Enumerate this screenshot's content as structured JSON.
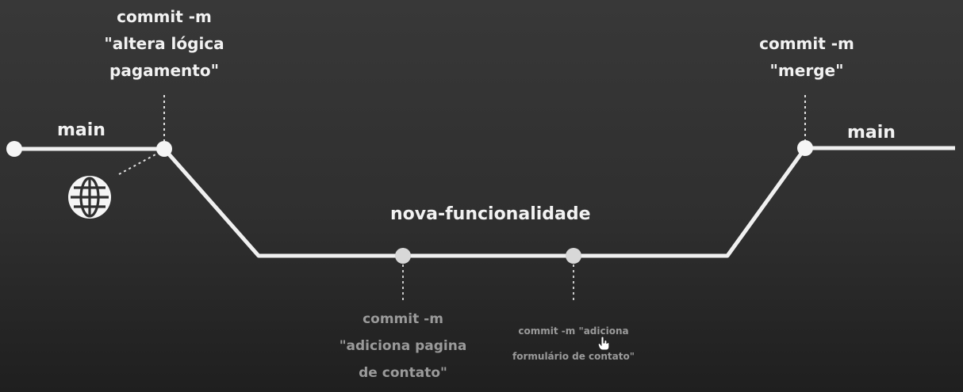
{
  "colors": {
    "line": "#f0f0f0",
    "node": "#f5f5f5",
    "node_dim": "#d8d8d8",
    "label": "#f2f2f2",
    "label_dim": "#9a9a9a"
  },
  "branches": {
    "main_left": "main",
    "main_right": "main",
    "feature": "nova-funcionalidade"
  },
  "commits": {
    "c1": {
      "line1": "commit -m",
      "line2": "\"altera lógica",
      "line3": "pagamento\""
    },
    "c2": {
      "line1": "commit -m",
      "line2": "\"adiciona pagina",
      "line3": "de contato\""
    },
    "c3": {
      "line1": "commit -m \"adiciona",
      "line2": "formulário de contato\""
    },
    "c4": {
      "line1": "commit -m",
      "line2": "\"merge\""
    }
  },
  "icons": {
    "globe": "globe-icon",
    "cursor": "hand-cursor-icon"
  }
}
